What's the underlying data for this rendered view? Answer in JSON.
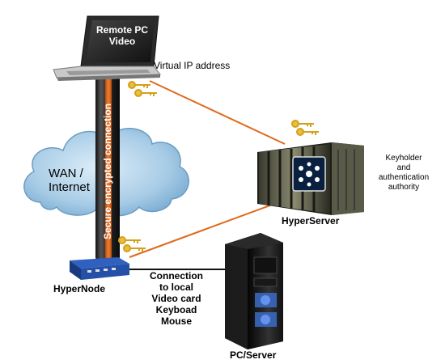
{
  "diagram": {
    "labels": {
      "laptop_screen": "Remote PC\nVideo",
      "virtual_ip": "Virtual IP address",
      "tunnel": "Secure encrypted connection",
      "wan": "WAN /\nInternet",
      "keyholder": "Keyholder\nand\nauthentication\nauthority",
      "hyperserver": "HyperServer",
      "hypernode": "HyperNode",
      "connection": "Connection\nto local\nVideo card\nKeyboad\nMouse",
      "pc_server": "PC/Server"
    },
    "colors": {
      "tunnel_fill": "#e86a1c",
      "link_line": "#e06a1c",
      "tunnel_dark": "#1c1c1c",
      "cloud": "#a8cce6",
      "keys": "#d4a017"
    },
    "icons": [
      "laptop-icon",
      "cloud-icon",
      "key-icon",
      "server-rack-icon",
      "hypernode-device-icon",
      "pc-tower-icon"
    ]
  }
}
